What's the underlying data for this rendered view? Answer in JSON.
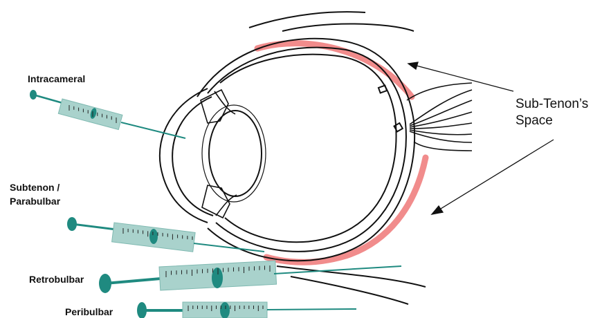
{
  "labels": {
    "intracameral": "Intracameral",
    "subtenon_line1": "Subtenon /",
    "subtenon_line2": "Parabulbar",
    "retrobulbar": "Retrobulbar",
    "peribulbar": "Peribulbar",
    "subtenon_space_line1": "Sub-Tenon’s",
    "subtenon_space_line2": "Space"
  },
  "colors": {
    "outline": "#111111",
    "sub_tenon_highlight": "#f08080",
    "needle": "#1f8a80",
    "syringe_fill": "#a9d2cc",
    "syringe_stroke": "#7fb9b1"
  }
}
